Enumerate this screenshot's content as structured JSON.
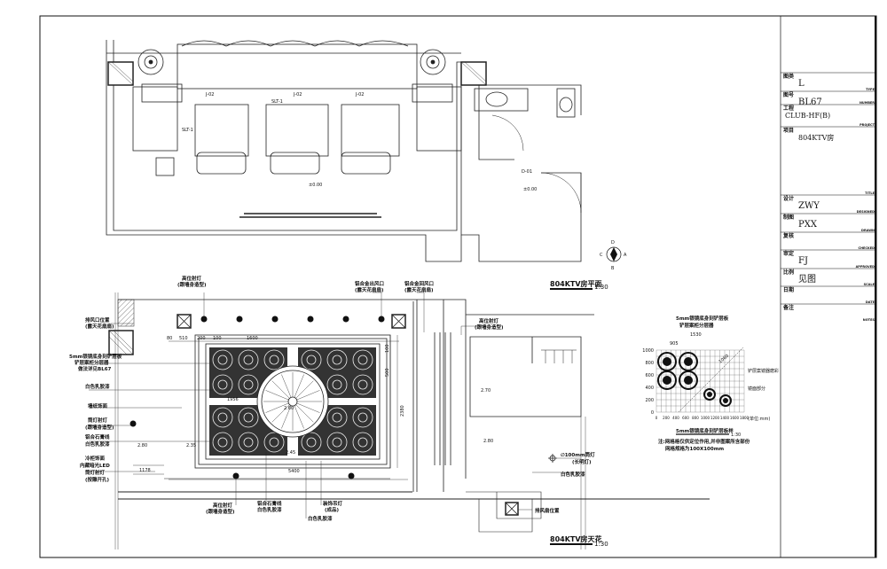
{
  "title_block": {
    "rows": [
      {
        "key": "图类",
        "value": "L",
        "en": "TYPE"
      },
      {
        "key": "图号",
        "value": "BL67",
        "en": "NUMBER"
      },
      {
        "key": "工程",
        "value": "CLUB-HF(B)",
        "en": "PROJECT"
      },
      {
        "key": "项目",
        "value": "804KTV房",
        "en": "TITLE"
      },
      {
        "key": "设计",
        "value": "ZWY",
        "en": "DESIGNED"
      },
      {
        "key": "制图",
        "value": "PXX",
        "en": "DRAWN"
      },
      {
        "key": "复核",
        "value": "",
        "en": "CHECKED"
      },
      {
        "key": "审定",
        "value": "FJ",
        "en": "APPROVED"
      },
      {
        "key": "比例",
        "value": "见图",
        "en": "SCALE"
      },
      {
        "key": "日期",
        "value": "",
        "en": "DATE"
      },
      {
        "key": "备注",
        "value": "",
        "en": "NOTES"
      }
    ]
  },
  "plan": {
    "title": "804KTV房平面",
    "scale": "1:30",
    "tags": [
      "J-02",
      "J-02",
      "J-02",
      "SLT-1",
      "SLT-1",
      "D-01"
    ],
    "level": "±0.00",
    "compass": {
      "n": "D",
      "s": "B",
      "e": "A",
      "w": "C"
    }
  },
  "ceiling": {
    "title": "804KTV房天花",
    "scale": "1:30",
    "left_labels": [
      [
        "排风口位置",
        "(露天花扇扇)"
      ],
      [
        "5mm银镜底身刻铲层板",
        "铲层案柜分层器",
        "做法详见BL67"
      ],
      [
        "白色乳胶漆"
      ],
      [
        "墙纸饰面"
      ],
      [
        "筒灯射灯",
        "(跟墙身造型)"
      ],
      [
        "铝合石膏线",
        "白色乳胶漆"
      ],
      [
        "冷柜饰面",
        "内藏暗光LED",
        "筒灯射灯",
        "(按雕开孔)"
      ]
    ],
    "top_labels": [
      [
        "高位射灯",
        "(跟墙身造型)"
      ],
      [
        "铝合金出风口",
        "(露天花扇扇)"
      ],
      [
        "铝合金回风口",
        "(露天花扇扇)"
      ],
      [
        "高位射灯",
        "(跟墙身造型)"
      ]
    ],
    "bottom_labels": [
      [
        "高位射灯",
        "(跟墙身造型)"
      ],
      [
        "铝合石膏线",
        "白色乳胶漆"
      ],
      [
        "白色乳胶漆"
      ],
      [
        "装饰吊灯",
        "(成品)"
      ],
      [
        "排风扇位置"
      ]
    ],
    "right_labels": [
      [
        "∅100mm筒灯",
        "(长明灯)"
      ],
      [
        "白色乳胶漆"
      ]
    ],
    "dims": [
      "80",
      "510",
      "200",
      "100",
      "1600",
      "1956",
      "5400",
      "1178",
      "500",
      "2380",
      "100"
    ],
    "levels": [
      "2.80",
      "2.35",
      "2.45",
      "2.60",
      "2.70",
      "2.80"
    ]
  },
  "detail": {
    "top_label": [
      "5mm银镜底身刻铲层板",
      "铲层案柜分层器"
    ],
    "dims": [
      "1530",
      "905",
      "1060"
    ],
    "y_ticks": [
      "0",
      "200",
      "400",
      "600",
      "800",
      "1000"
    ],
    "x_ticks": [
      "0",
      "200",
      "400",
      "600",
      "800",
      "1000",
      "1200",
      "1400",
      "1600",
      "1800"
    ],
    "unit": "(单位:mm)",
    "right_labels": [
      "铲层案镜器磨彩",
      "镜面部分"
    ],
    "title": "5mm银镜底身刻铲层板样",
    "scale": "1:30",
    "note": [
      "注:网格格仅供定位作用,并非图案所含部份",
      "网格规格为100X100mm"
    ]
  }
}
